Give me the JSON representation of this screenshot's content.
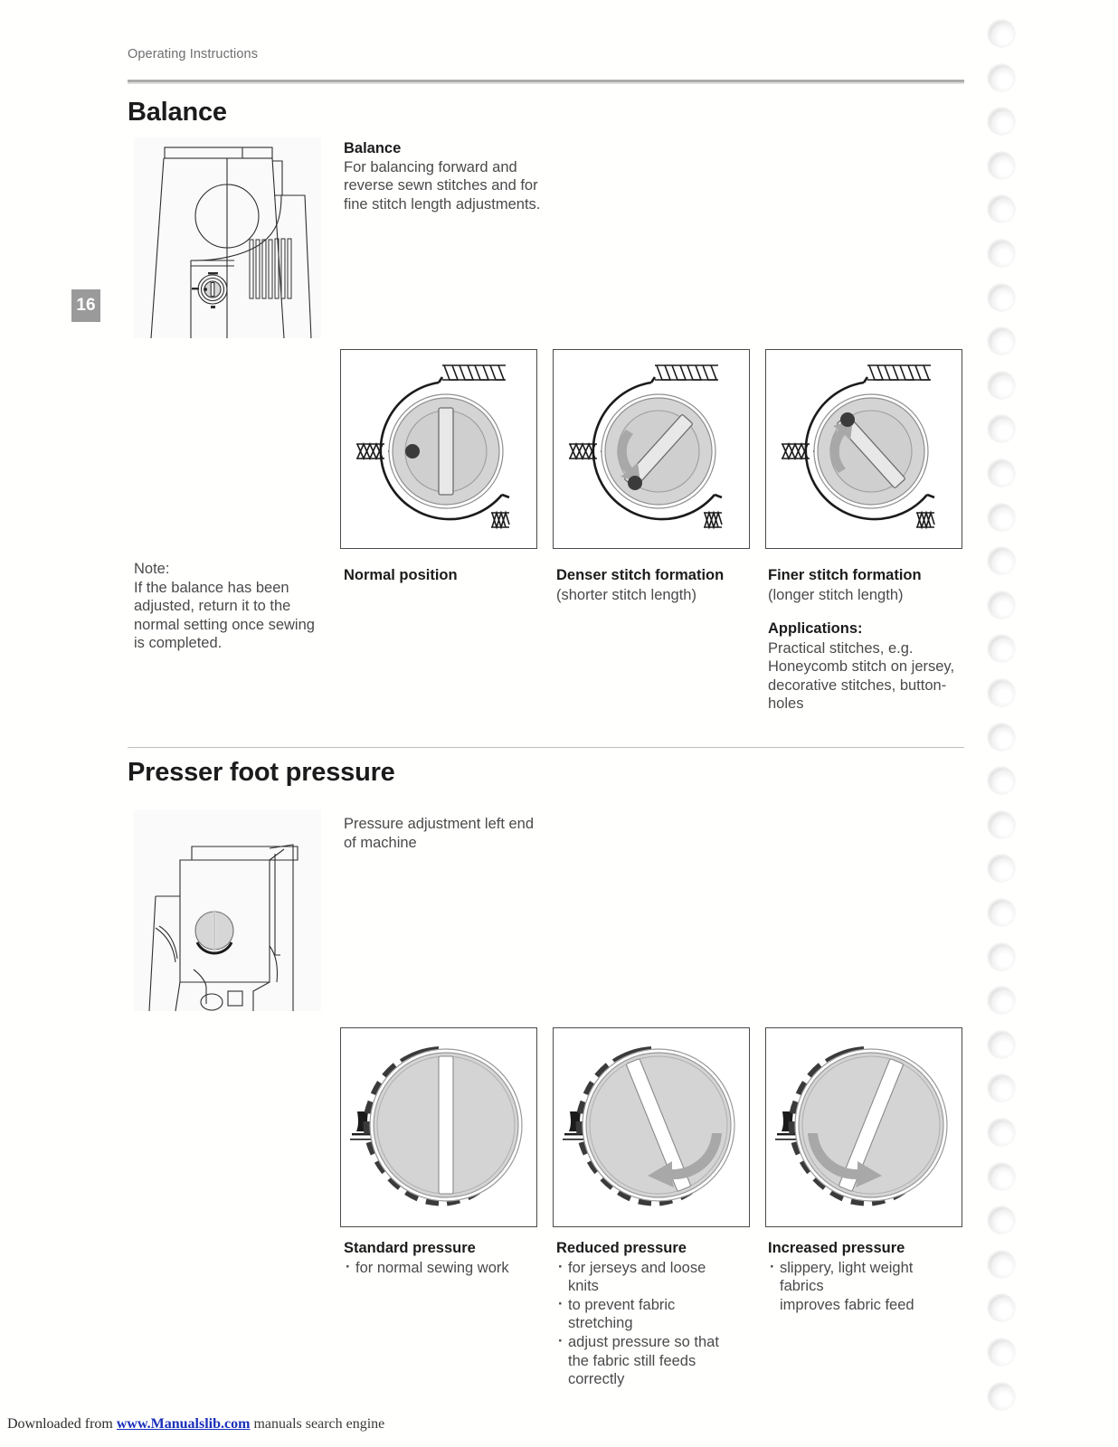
{
  "header": {
    "label": "Operating Instructions",
    "page_number": "16"
  },
  "sections": [
    {
      "title": "Balance",
      "intro": {
        "heading": "Balance",
        "body": "For balancing forward and reverse sewn stitches and for fine stitch length adjustments."
      },
      "note": {
        "heading": "Note:",
        "body": "If the balance has been adjusted, return it to the normal setting once sewing is completed."
      },
      "figures": [
        {
          "caption_title": "Normal position",
          "caption_sub": "",
          "dial_state": "upright",
          "dot_position": "left",
          "arrow": "none"
        },
        {
          "caption_title": "Denser stitch formation",
          "caption_sub": "(shorter stitch length)",
          "dial_state": "tilted-right",
          "dot_position": "lower-left",
          "arrow": "down"
        },
        {
          "caption_title": "Finer stitch formation",
          "caption_sub": "(longer stitch length)",
          "dial_state": "tilted-left",
          "dot_position": "upper-left",
          "arrow": "up"
        }
      ],
      "applications": {
        "heading": "Applications:",
        "lines": [
          "Practical stitches, e.g.",
          "Honeycomb stitch on jersey,",
          "decorative stitches, button-",
          "holes"
        ]
      }
    },
    {
      "title": "Presser foot pressure",
      "intro": {
        "heading": "",
        "body": "Pressure adjustment left end of machine"
      },
      "figures": [
        {
          "caption_title": "Standard pressure",
          "bullets": [
            {
              "text": "for normal sewing work",
              "dot": true
            }
          ],
          "dial_state": "upright",
          "arrow": "none"
        },
        {
          "caption_title": "Reduced pressure",
          "bullets": [
            {
              "text": "for jerseys and loose knits",
              "dot": true
            },
            {
              "text": "to prevent fabric stretching",
              "dot": true
            },
            {
              "text": "adjust pressure so that the fabric still feeds correctly",
              "dot": true
            }
          ],
          "dial_state": "tilted-left",
          "arrow": "counter-clockwise"
        },
        {
          "caption_title": "Increased pressure",
          "bullets": [
            {
              "text": "slippery, light weight fabrics",
              "dot": true
            },
            {
              "text": "improves fabric feed",
              "dot": false
            }
          ],
          "dial_state": "tilted-right",
          "arrow": "clockwise"
        }
      ]
    }
  ],
  "icons": {
    "stitch_stretched": "stretched-honeycomb-stitch-icon",
    "stitch_normal": "normal-honeycomb-stitch-icon",
    "stitch_compressed": "compressed-honeycomb-stitch-icon",
    "presser_foot": "presser-foot-down-icon"
  },
  "footer": {
    "prefix": "Downloaded from ",
    "link": "www.Manualslib.com",
    "suffix": " manuals search engine"
  },
  "colors": {
    "dial_face": "#d4d4d4",
    "dial_edge": "#2b2b2b",
    "arrow_gray": "#a8a8a8",
    "chip_gray": "#9a9a9a",
    "link_blue": "#1a2fbb"
  }
}
